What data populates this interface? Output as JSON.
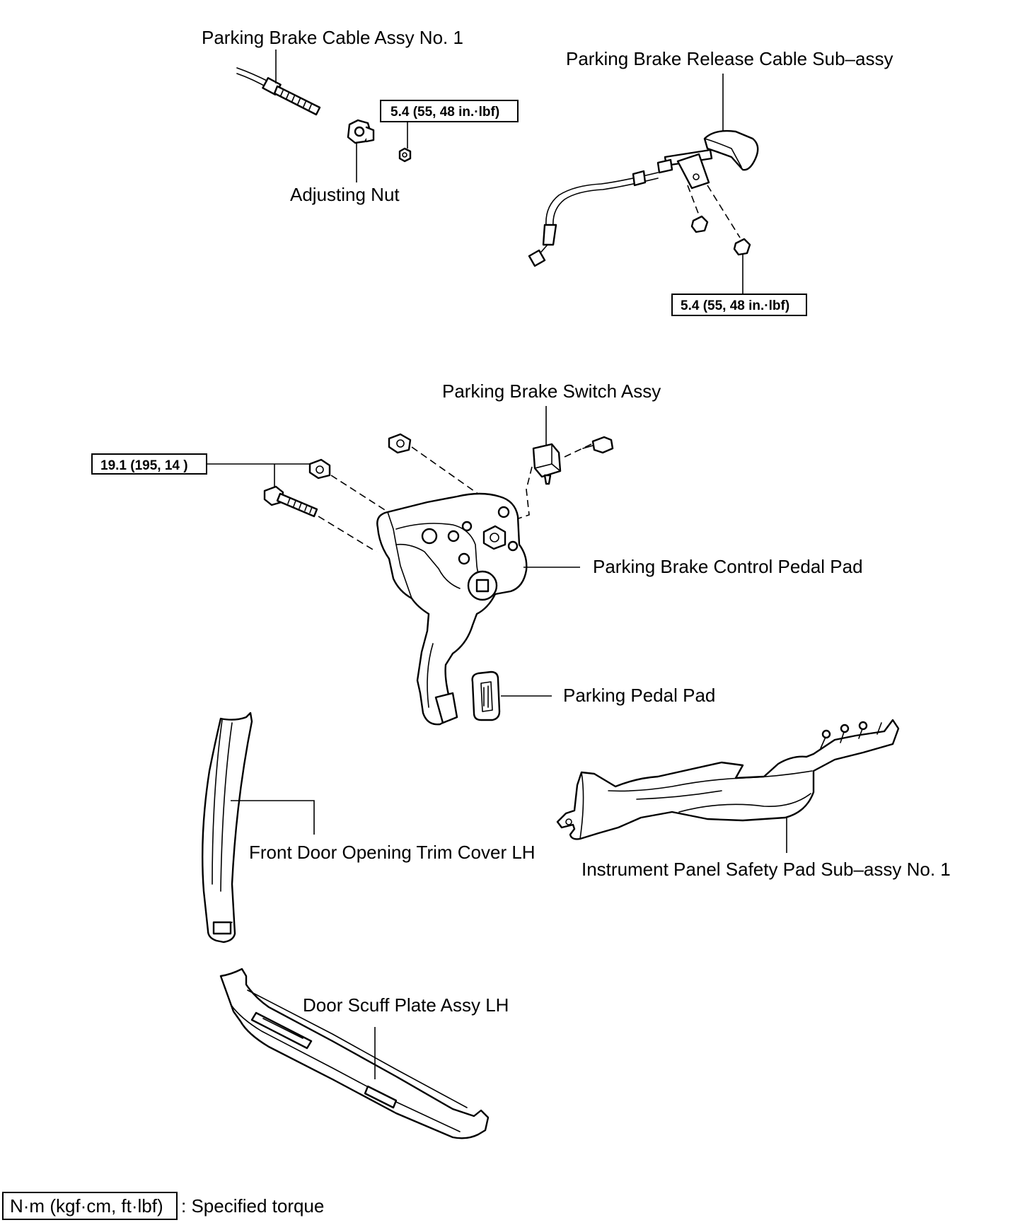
{
  "labels": {
    "cable_assy_no1": "Parking Brake Cable Assy No. 1",
    "release_cable": "Parking Brake Release Cable Sub–assy",
    "adjusting_nut": "Adjusting Nut",
    "switch_assy": "Parking Brake Switch Assy",
    "control_pedal_pad": "Parking Brake Control Pedal Pad",
    "pedal_pad": "Parking Pedal Pad",
    "trim_cover": "Front Door Opening Trim Cover LH",
    "safety_pad": "Instrument Panel Safety Pad Sub–assy No. 1",
    "scuff_plate": "Door Scuff Plate Assy LH"
  },
  "torques": {
    "adjusting_nut": "5.4 (55, 48 in.·lbf)",
    "release_cable": "5.4 (55, 48 in.·lbf)",
    "control_pedal": "19.1 (195, 14 )"
  },
  "legend": {
    "unit": "N·m (kgf·cm, ft·lbf)",
    "text": ": Specified torque"
  }
}
